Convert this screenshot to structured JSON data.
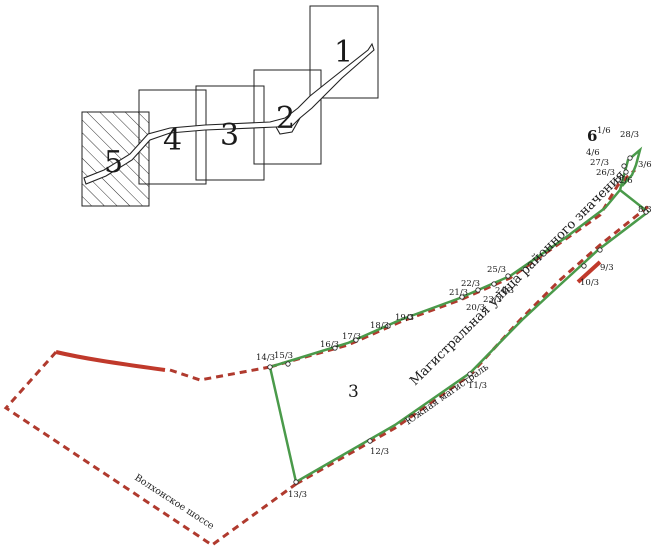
{
  "map": {
    "inset_sheets": [
      {
        "number": "1"
      },
      {
        "number": "2"
      },
      {
        "number": "3"
      },
      {
        "number": "4"
      },
      {
        "number": "5",
        "hatched": true
      }
    ],
    "plot_number": "3",
    "cluster_number": "6",
    "roads": {
      "main": "Магистральная улица районного значения",
      "south": "Южная магистраль",
      "volkhonskoe": "Волхонское шоссе"
    },
    "points": {
      "p1_6": "1/6",
      "p28_3": "28/3",
      "p4_6": "4/6",
      "p27_3": "27/3",
      "p3_6": "3/6",
      "p26_3": "26/3",
      "p2_6": "2/6",
      "p25_3": "25/3",
      "p22_3": "22/3",
      "p24_3": "24/3",
      "p21_3": "21/3",
      "p23_3": "23/3",
      "p20_3": "20/3",
      "p19_3": "19/3",
      "p18_3": "18/3",
      "p17_3": "17/3",
      "p16_3": "16/3",
      "p14_3": "14/3",
      "p15_3": "15/3",
      "p8_3": "8/3",
      "p9_3": "9/3",
      "p10_3": "10/3",
      "p11_3": "11/3",
      "p12_3": "12/3",
      "p13_3": "13/3"
    },
    "colors": {
      "plot_boundary": "#4a9a4a",
      "planned_red": "#c0392b",
      "dashed_red": "#b03a2e",
      "outline": "#222222"
    }
  }
}
